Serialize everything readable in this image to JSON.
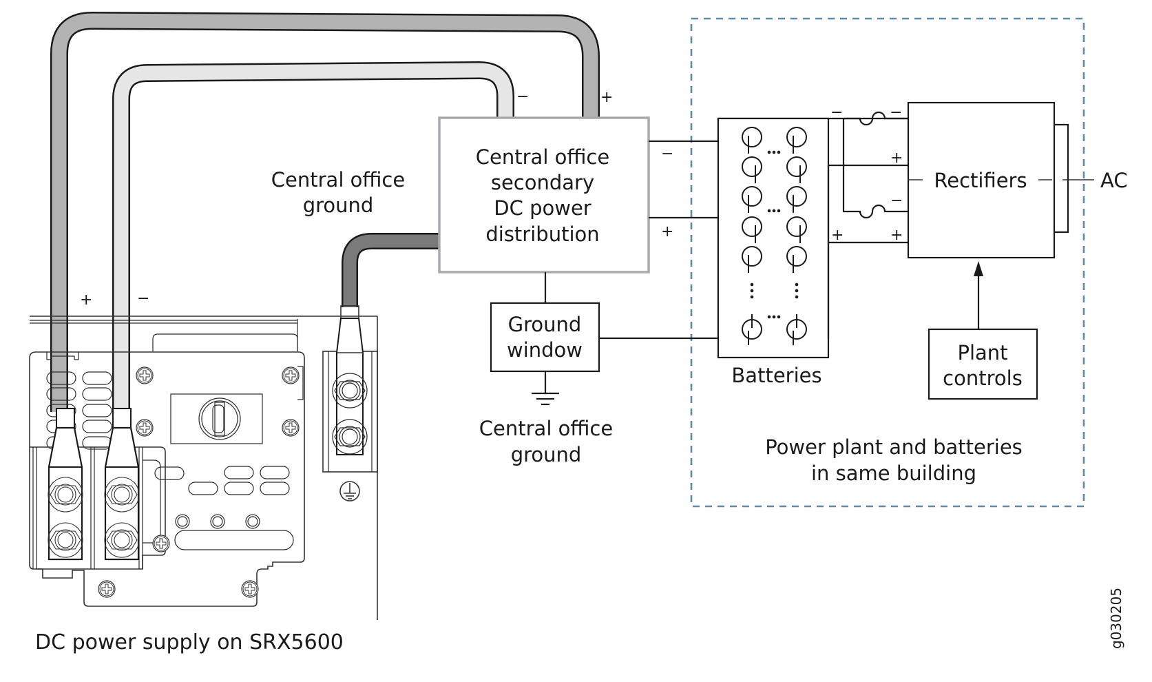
{
  "diagram": {
    "title": "DC power supply wiring to central office power plant",
    "figure_id": "g030205",
    "colors": {
      "cable_positive": "#b3b3b3",
      "cable_negative": "#e6e6e6",
      "cable_ground": "#7a7a7a",
      "dashed_boundary": "#5f8ba6",
      "distribution_box_border": "#a9aaae",
      "line": "#1a1a1a"
    },
    "labels": {
      "co_ground_top_line1": "Central office",
      "co_ground_top_line2": "ground",
      "distribution_line1": "Central office",
      "distribution_line2": "secondary",
      "distribution_line3": "DC power",
      "distribution_line4": "distribution",
      "ground_window_line1": "Ground",
      "ground_window_line2": "window",
      "co_ground_bottom_line1": "Central office",
      "co_ground_bottom_line2": "ground",
      "batteries": "Batteries",
      "rectifiers": "Rectifiers",
      "ac": "AC",
      "plant_controls_line1": "Plant",
      "plant_controls_line2": "controls",
      "power_plant_line1": "Power plant and batteries",
      "power_plant_line2": "in same building",
      "dc_power_supply": "DC power supply on SRX5600"
    },
    "polarity": {
      "plus": "+",
      "minus": "−",
      "ellipsis": "…"
    }
  }
}
